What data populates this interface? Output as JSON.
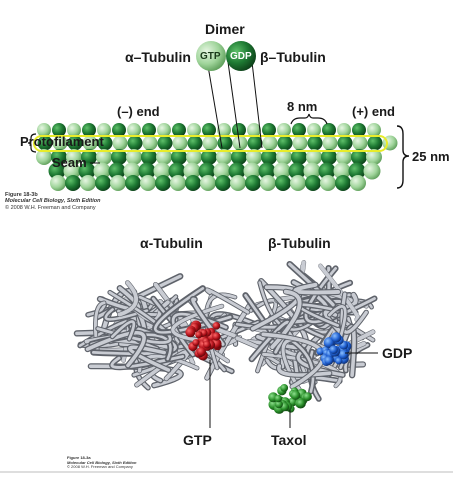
{
  "top_figure": {
    "dimer_label": "Dimer",
    "alpha_label": "α–Tubulin",
    "beta_label": "β–Tubulin",
    "gtp_ball": "GTP",
    "gdp_ball": "GDP",
    "minus_end": "(–) end",
    "plus_end": "(+) end",
    "spacing": "8 nm",
    "protofilament": "Protofilament",
    "seam": "Seam",
    "diameter": "25 nm",
    "colors": {
      "alpha": "#9fd49a",
      "beta": "#1e7a33",
      "highlight": "#e8ec2a"
    },
    "caption": {
      "figure": "Figure 18-3b",
      "book": "Molecular Cell Biology, Sixth Edition",
      "copyright": "© 2008 W.H. Freeman and Company"
    }
  },
  "bottom_figure": {
    "alpha_label": "α-Tubulin",
    "beta_label": "β-Tubulin",
    "gdp_label": "GDP",
    "gtp_label": "GTP",
    "taxol_label": "Taxol",
    "colors": {
      "protein": "#b9bcc4",
      "gtp": "#b3121b",
      "gdp": "#1f5fd0",
      "taxol": "#2a8f2a"
    },
    "caption": {
      "figure": "Figure 18-3a",
      "book": "Molecular Cell Biology, Sixth Edition",
      "copyright": "© 2008 W.H. Freeman and Company"
    }
  }
}
